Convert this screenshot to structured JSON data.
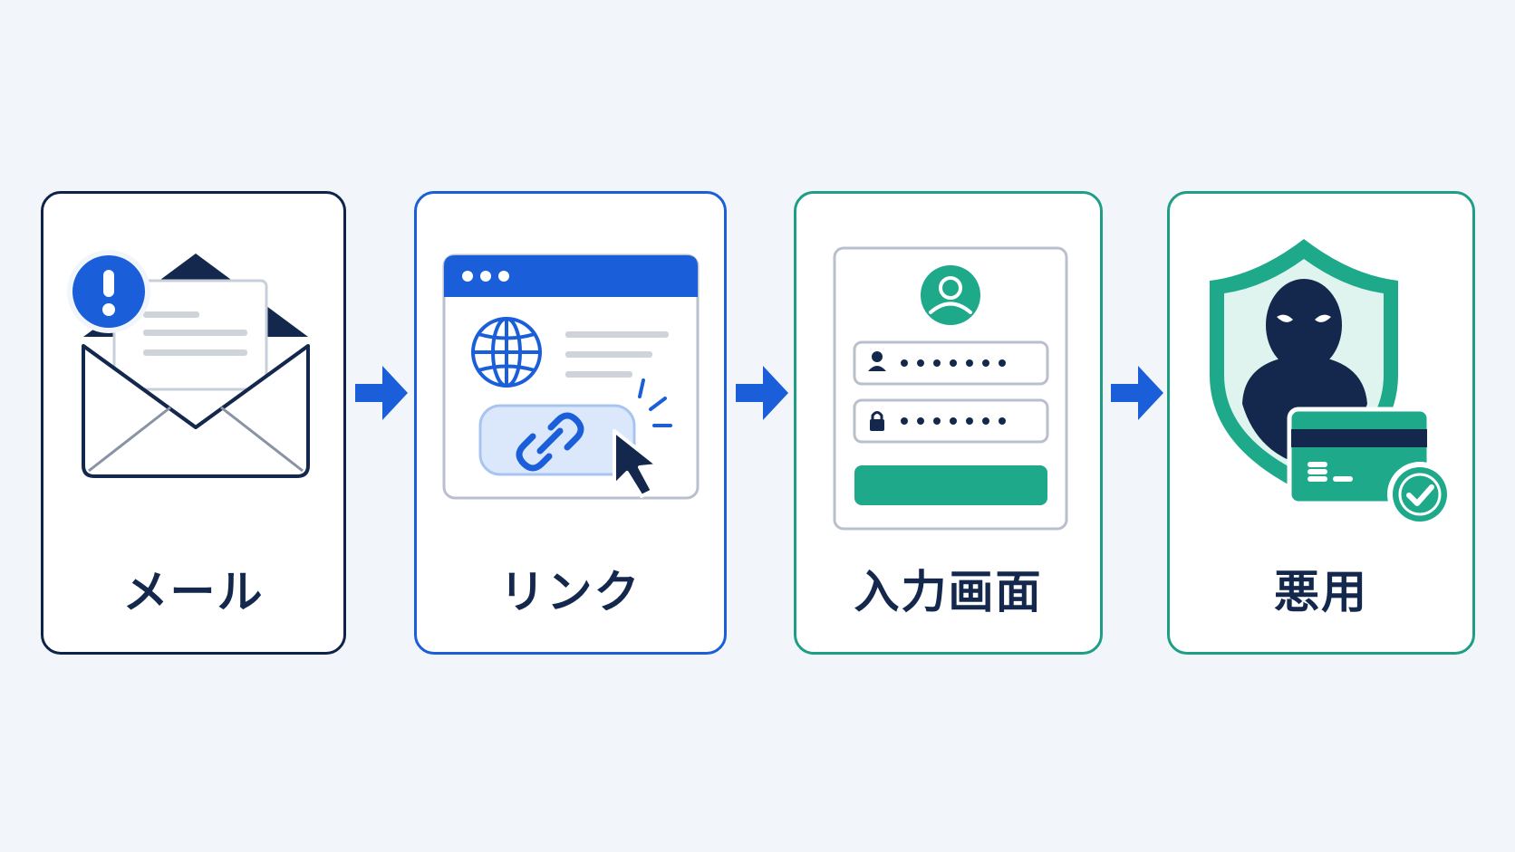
{
  "steps": [
    {
      "label": "メール",
      "icon": "envelope-alert-icon",
      "accent": "#0f2348"
    },
    {
      "label": "リンク",
      "icon": "browser-link-click-icon",
      "accent": "#1a5fd9"
    },
    {
      "label": "入力画面",
      "icon": "login-form-icon",
      "accent": "#1e9e85"
    },
    {
      "label": "悪用",
      "icon": "hacker-shield-card-icon",
      "accent": "#1e9e85"
    }
  ],
  "colors": {
    "background": "#f2f6fb",
    "navy": "#13284c",
    "blue": "#1a5fd9",
    "green": "#1ea98b",
    "arrow": "#1a5fd9"
  }
}
